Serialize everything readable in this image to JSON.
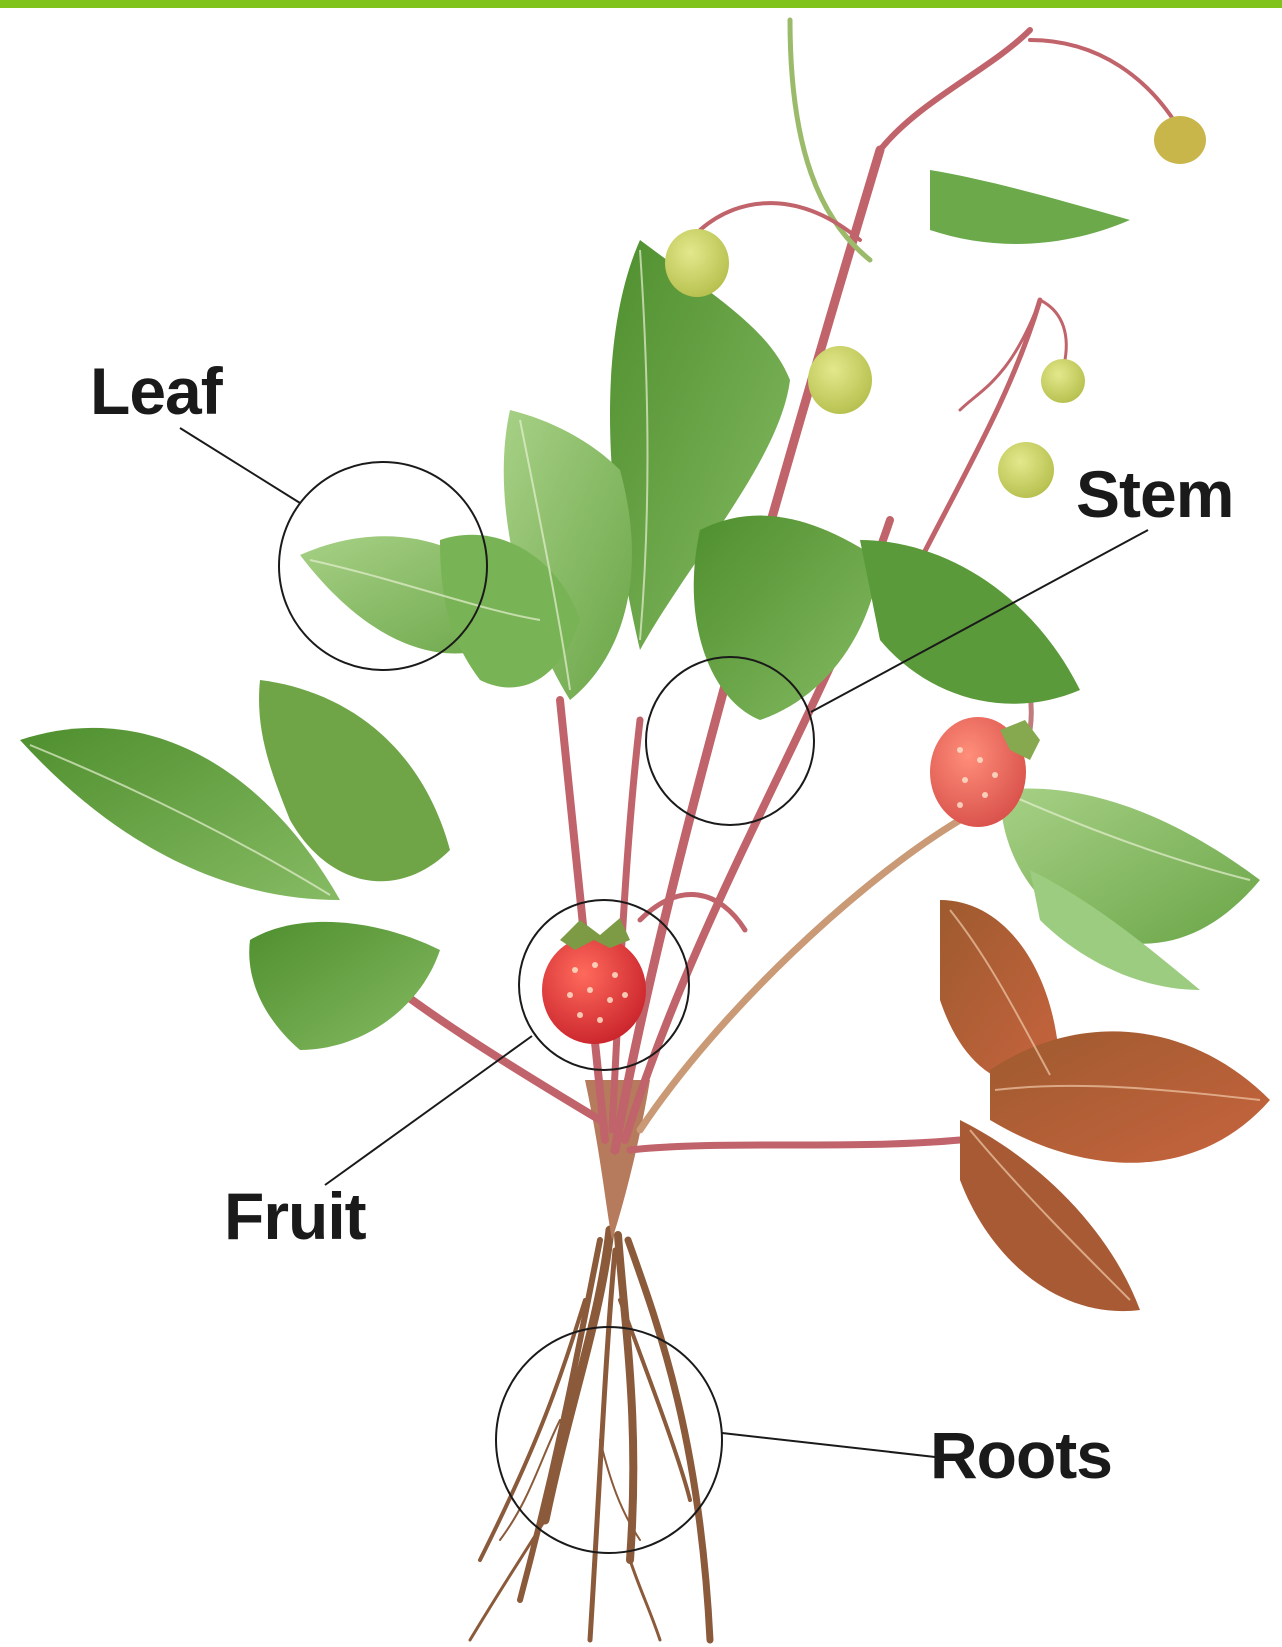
{
  "colors": {
    "top_bar": "#7fc31c",
    "label_text": "#1a1a1a",
    "callout_line": "#1a1a1a",
    "leaf_green": "#5e9e3a",
    "leaf_light": "#9cc979",
    "leaf_red": "#b05a37",
    "stem": "#c0636a",
    "fruit_red": "#e0383a",
    "unripe_fruit": "#c9d36a",
    "root": "#8a5a3a"
  },
  "labels": {
    "leaf": "Leaf",
    "stem": "Stem",
    "fruit": "Fruit",
    "roots": "Roots"
  }
}
